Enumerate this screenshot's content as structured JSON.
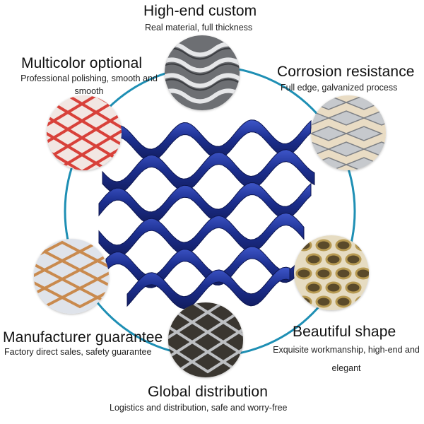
{
  "features": {
    "high_end": {
      "title": "High-end custom",
      "subtitle": "Real material, full thickness"
    },
    "corrosion": {
      "title": "Corrosion resistance",
      "subtitle": "Full edge, galvanized process"
    },
    "multicolor": {
      "title": "Multicolor optional",
      "subtitle": "Professional polishing, smooth and smooth"
    },
    "manufacturer": {
      "title": "Manufacturer guarantee",
      "subtitle": "Factory direct sales, safety guarantee"
    },
    "beautiful": {
      "title": "Beautiful shape",
      "subtitle": "Exquisite workmanship, high-end and elegant"
    },
    "global": {
      "title": "Global distribution",
      "subtitle": "Logistics and distribution, safe and worry-free"
    }
  },
  "colors": {
    "ring": "#1e8fb4",
    "hero_mesh": "#1c2f8f",
    "hero_mesh_highlight": "#3e56c9",
    "swatch_red": "#d8413a",
    "swatch_copper": "#c98a4e",
    "swatch_silver": "#b9bcc0",
    "swatch_gold": "#b79a52",
    "swatch_steel": "#8c8f94"
  },
  "swatch_icons": [
    "steel-mesh-swatch-icon",
    "silver-mesh-swatch-icon",
    "red-mesh-swatch-icon",
    "copper-mesh-swatch-icon",
    "gold-hex-mesh-swatch-icon",
    "dark-mesh-swatch-icon"
  ]
}
